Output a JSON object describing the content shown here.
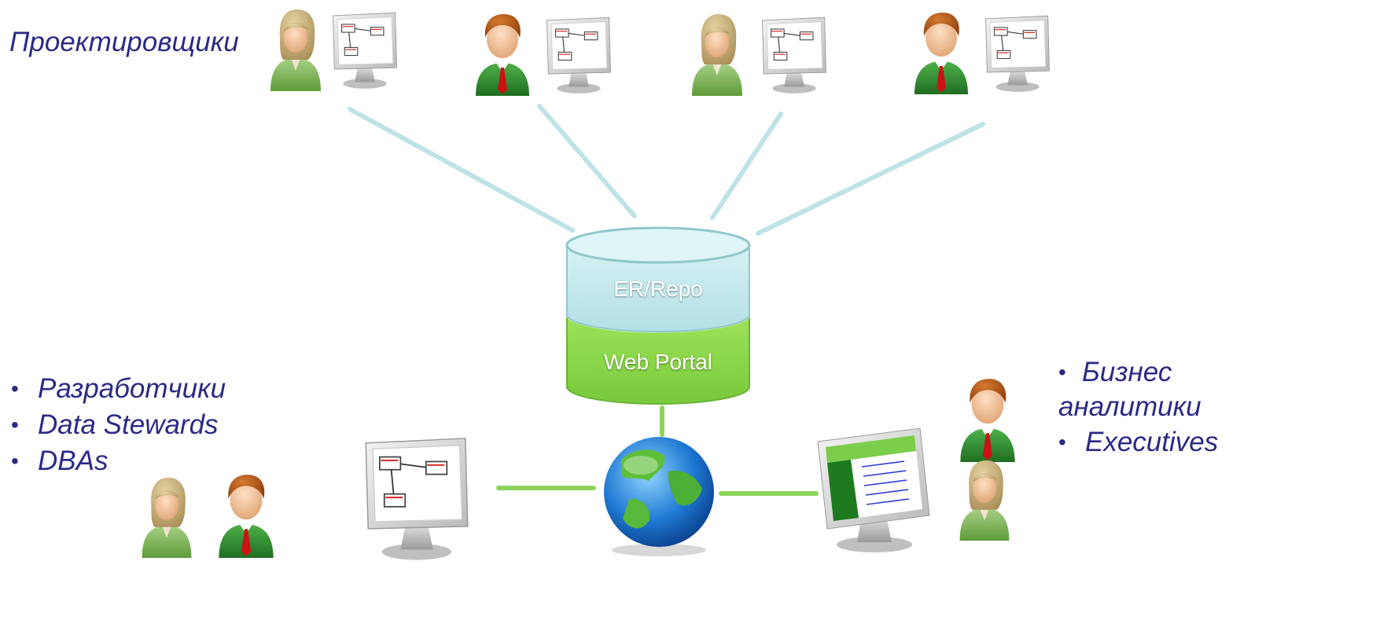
{
  "designers_label": "Проектировщики",
  "left_group": [
    "Разработчики",
    "Data Stewards",
    "DBAs"
  ],
  "right_group": [
    "Бизнес аналитики",
    "Executives"
  ],
  "repository": {
    "top_label": "ER/Repo",
    "bottom_label": "Web Portal"
  },
  "colors": {
    "text": "#2b2a86",
    "connector_top": "#bfe3e6",
    "connector_bottom": "#8ed45a",
    "repo_top": "#c8ecef",
    "portal": "#8ed94a"
  },
  "icons": {
    "female_user": "female-user-icon",
    "male_user": "male-user-icon",
    "diagram_monitor": "diagram-monitor-icon",
    "report_monitor": "report-monitor-icon",
    "globe": "globe-icon",
    "database": "database-cylinder-icon"
  }
}
